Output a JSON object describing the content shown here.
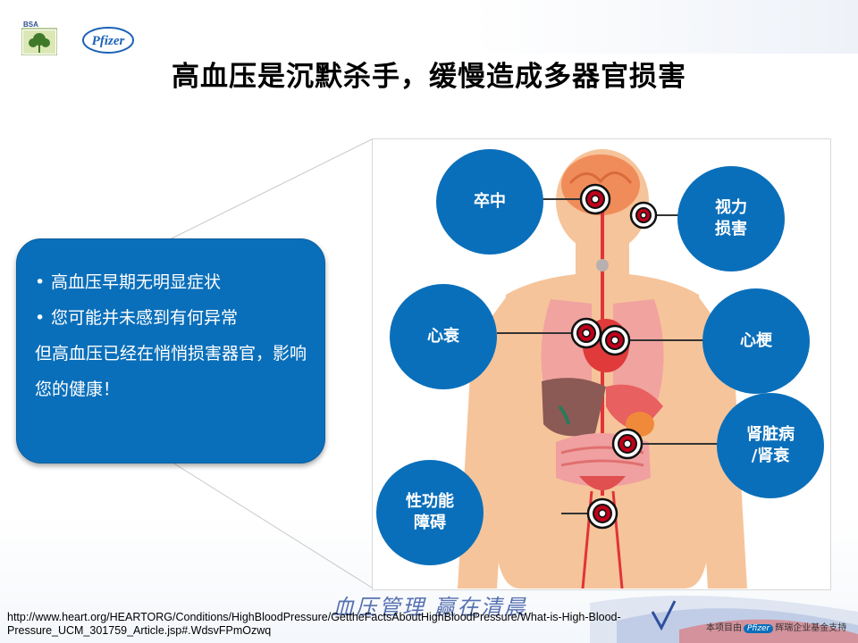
{
  "header": {
    "bsa_logo_text": "BSA",
    "pfizer_logo_text": "Pfizer"
  },
  "title": "高血压是沉默杀手，缓慢造成多器官损害",
  "callout": {
    "bullets": [
      "高血压早期无明显症状",
      "您可能并未感到有何异常"
    ],
    "continuation": "但高血压已经在悄悄损害器官，影响您的健康！"
  },
  "organs": [
    {
      "label": "卒中"
    },
    {
      "label": "视力\n损害"
    },
    {
      "label": "心衰"
    },
    {
      "label": "心梗"
    },
    {
      "label": "肾脏病\n/肾衰"
    },
    {
      "label": "性功能\n障碍"
    }
  ],
  "colors": {
    "accent_blue": "#0a6fba",
    "target_red": "#c0001a",
    "skin": "#f6c49a"
  },
  "footer": {
    "reference_url": "http://www.heart.org/HEARTORG/Conditions/HighBloodPressure/GettheFactsAboutHighBloodPressure/What-is-High-Blood-Pressure_UCM_301759_Article.jsp#.WdsvFPmOzwq",
    "slogan": "血压管理 赢在清晨",
    "support_prefix": "本项目由",
    "support_brand": "Pfizer",
    "support_suffix": "辉瑞企业基金支持"
  }
}
